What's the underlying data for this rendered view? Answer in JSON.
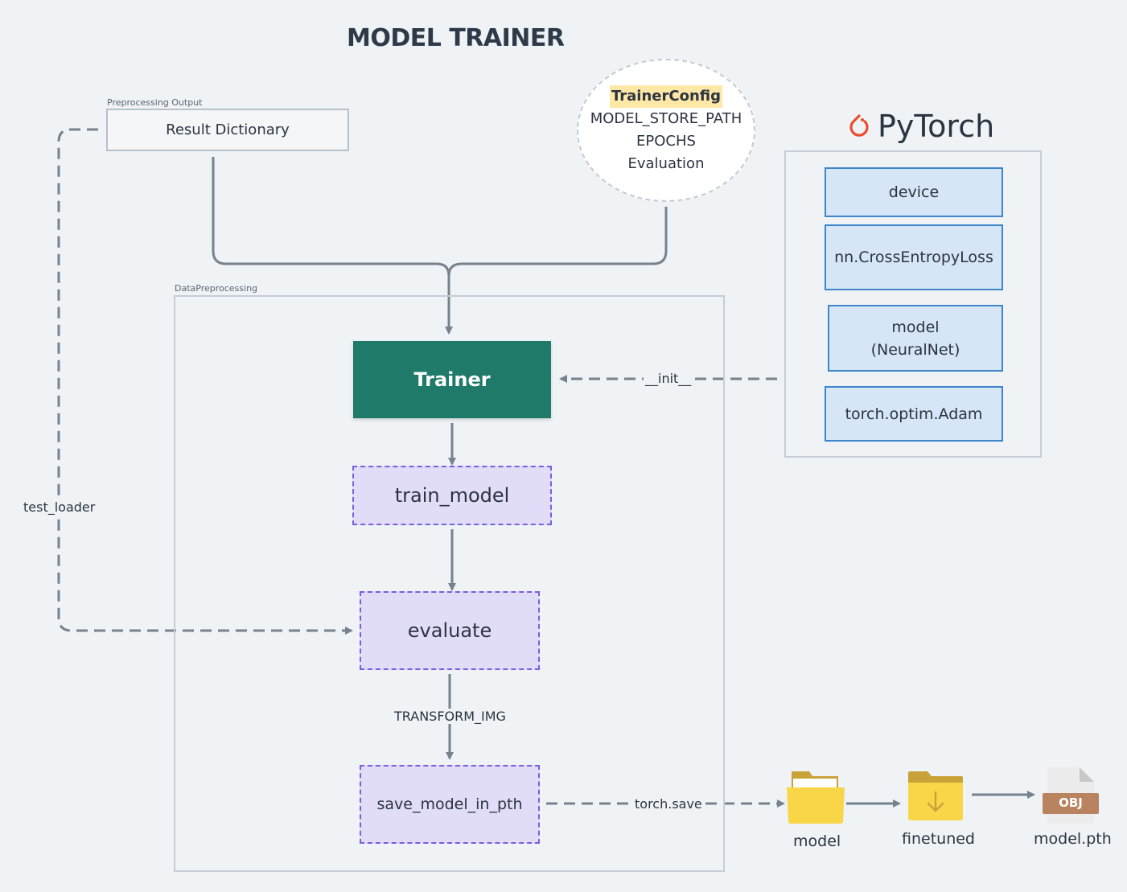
{
  "title": "MODEL TRAINER",
  "preprocessing": {
    "group_label": "Preprocessing Output",
    "result_box": "Result Dictionary"
  },
  "config": {
    "name": "TrainerConfig",
    "fields": [
      "MODEL_STORE_PATH",
      "EPOCHS",
      "Evaluation"
    ]
  },
  "container": {
    "label": "DataPreprocessing"
  },
  "nodes": {
    "trainer": "Trainer",
    "train_model": "train_model",
    "evaluate": "evaluate",
    "save": "save_model_in_pth"
  },
  "pytorch": {
    "logo_text": "PyTorch",
    "items": [
      "device",
      "nn.CrossEntropyLoss",
      "model\n(NeuralNet)",
      "torch.optim.Adam"
    ]
  },
  "edges": {
    "init": "__init__",
    "test_loader": "test_loader",
    "transform": "TRANSFORM_IMG",
    "torch_save": "torch.save"
  },
  "files": {
    "model": "model",
    "finetuned": "finetuned",
    "model_pth": "model.pth",
    "obj_badge": "OBJ"
  },
  "colors": {
    "trainer_fill": "#1f7a69",
    "method_fill": "#e1ddf9",
    "method_border": "#7a5ee0",
    "pytorch_item_fill": "#d6e6f6",
    "pytorch_item_border": "#3e86cc",
    "connector": "#77828f",
    "pytorch_logo": "#ee4c2c",
    "folder": "#f9d548"
  }
}
